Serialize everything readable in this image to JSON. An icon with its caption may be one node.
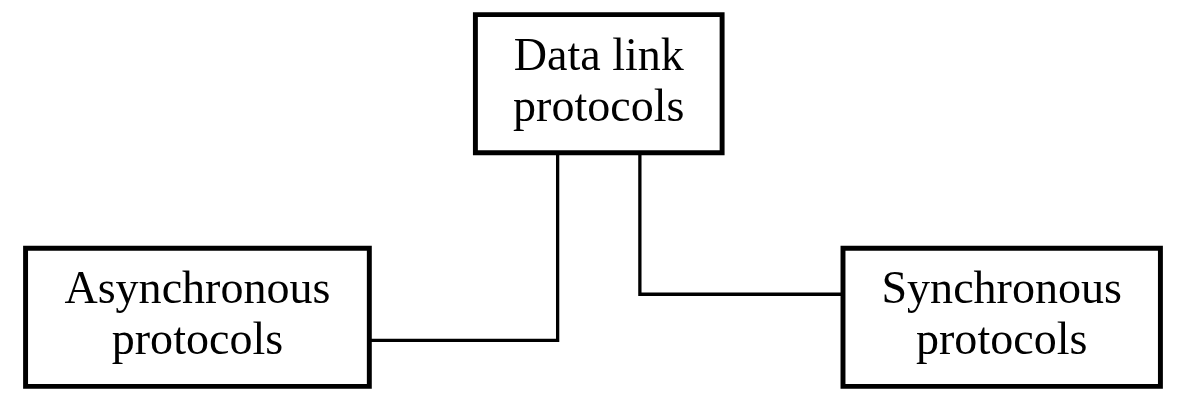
{
  "diagram": {
    "nodes": [
      {
        "text": [
          "Data link protocols"
        ]
      },
      {
        "text": [
          "Asynchronous protocols"
        ]
      },
      {
        "text": [
          "Synchronous protocols"
        ]
      }
    ],
    "edges": [
      {
        "from": 0,
        "to": 1,
        "arrow": "none"
      },
      {
        "from": 0,
        "to": 2,
        "arrow": "none"
      }
    ]
  }
}
